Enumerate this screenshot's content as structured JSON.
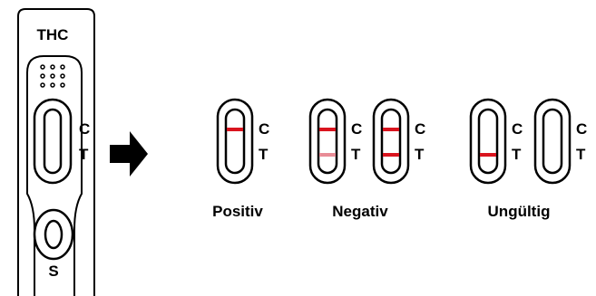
{
  "cassette": {
    "title": "THC",
    "window_labels": [
      "C",
      "T"
    ],
    "sample_label": "S"
  },
  "arrow_icon": "arrow-right-icon",
  "colors": {
    "line": "#d9141e",
    "faint_line": "#e88c96",
    "outline": "#000000"
  },
  "results": [
    {
      "caption": "Positiv",
      "strips": [
        {
          "c_line": "strong",
          "t_line": "none"
        }
      ]
    },
    {
      "caption": "Negativ",
      "strips": [
        {
          "c_line": "strong",
          "t_line": "faint"
        },
        {
          "c_line": "strong",
          "t_line": "strong"
        }
      ]
    },
    {
      "caption": "Ungültig",
      "strips": [
        {
          "c_line": "none",
          "t_line": "strong"
        },
        {
          "c_line": "none",
          "t_line": "none"
        }
      ]
    }
  ],
  "strip_labels": [
    "C",
    "T"
  ]
}
